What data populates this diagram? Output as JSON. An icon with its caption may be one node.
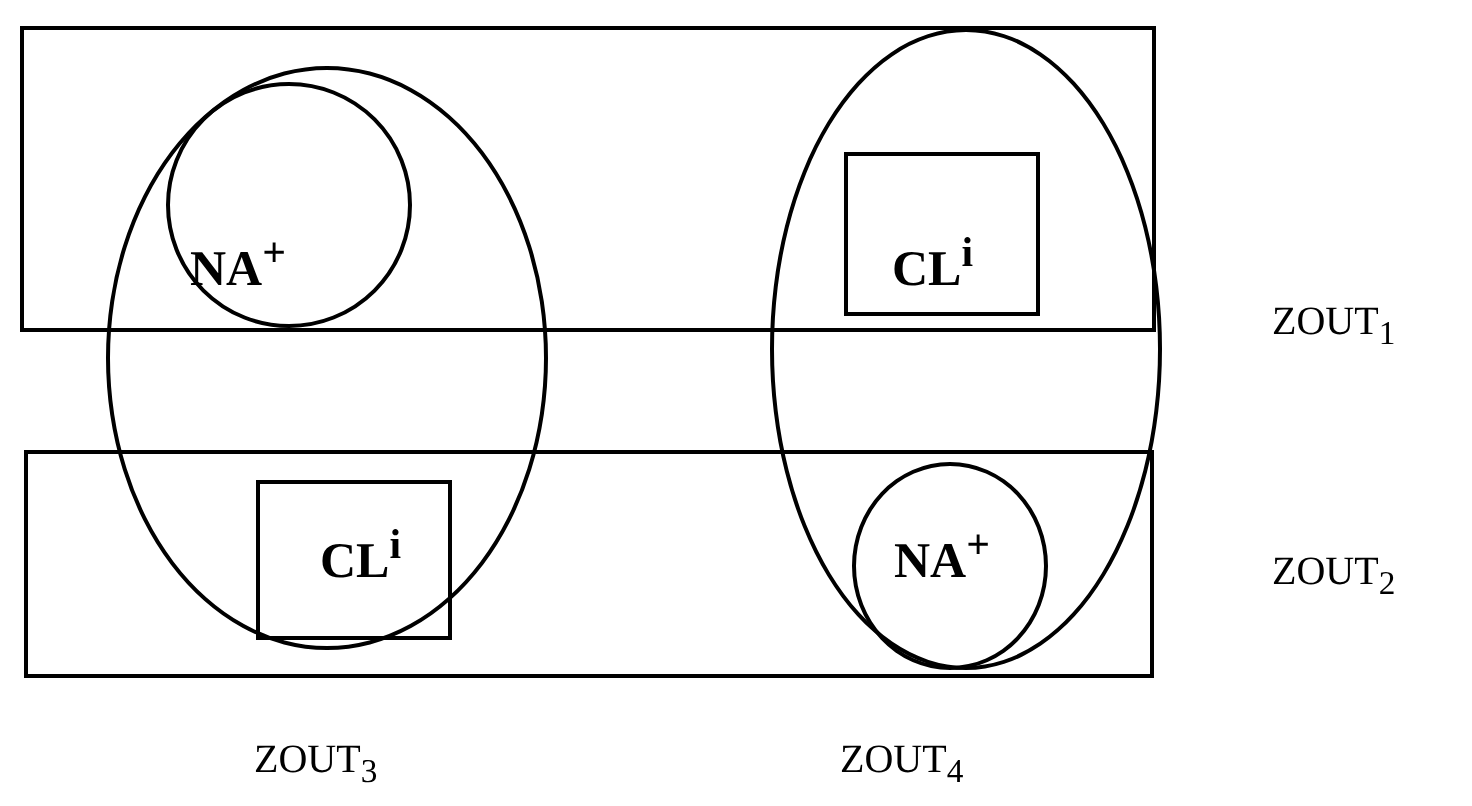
{
  "diagram": {
    "nodes": [
      {
        "text": [
          "ZOUT$_{1}$"
        ]
      },
      {
        "text": [
          "ZOUT$_{2}$"
        ]
      },
      {
        "text": [
          "ZOUT$_{3}$"
        ]
      },
      {
        "text": [
          "ZOUT$_{4}$"
        ]
      },
      {
        "text": [
          "NA$^{+}$"
        ]
      },
      {
        "text": [
          "CL$^{i}$"
        ]
      },
      {
        "text": [
          "CL$^{i}$"
        ]
      },
      {
        "text": [
          "NA$^{+}$"
        ]
      }
    ]
  }
}
